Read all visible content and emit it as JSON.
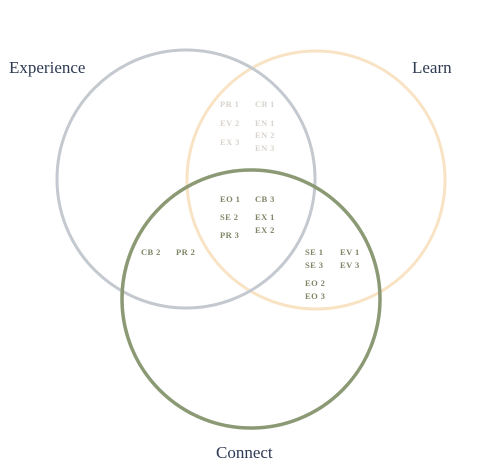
{
  "sets": [
    {
      "id": "experience",
      "label": "Experience",
      "color": "#c3c9cf"
    },
    {
      "id": "learn",
      "label": "Learn",
      "color": "#f8e3c4"
    },
    {
      "id": "connect",
      "label": "Connect",
      "color": "#8b9a74"
    }
  ],
  "codes": {
    "experience_learn": [
      "PR 1",
      "CB 1",
      "EV 2",
      "EN 1",
      "EN 2",
      "EX 3",
      "EN 3"
    ],
    "center": [
      "EO 1",
      "CB 3",
      "SE 2",
      "EX 1",
      "EX 2",
      "PR 3"
    ],
    "experience_connect": [
      "CB 2",
      "PR 2"
    ],
    "learn_connect": [
      "SE 1",
      "EV 1",
      "SE 3",
      "EV 3",
      "EO 2",
      "EO 3"
    ]
  }
}
